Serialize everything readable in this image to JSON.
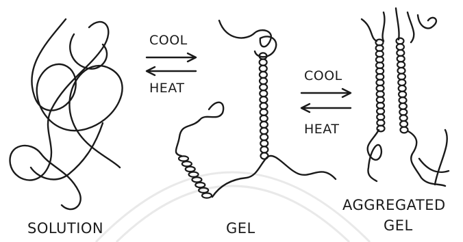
{
  "labels": {
    "solution": "SOLUTION",
    "gel": "GEL",
    "aggregated_gel_line1": "AGGREGATED",
    "aggregated_gel_line2": "GEL"
  },
  "arrows": {
    "first": {
      "top": "COOL",
      "bottom": "HEAT"
    },
    "second": {
      "top": "COOL",
      "bottom": "HEAT"
    }
  },
  "colors": {
    "ink": "#1a1a1a",
    "background": "#ffffff",
    "watermark": "#e9e9e9"
  }
}
